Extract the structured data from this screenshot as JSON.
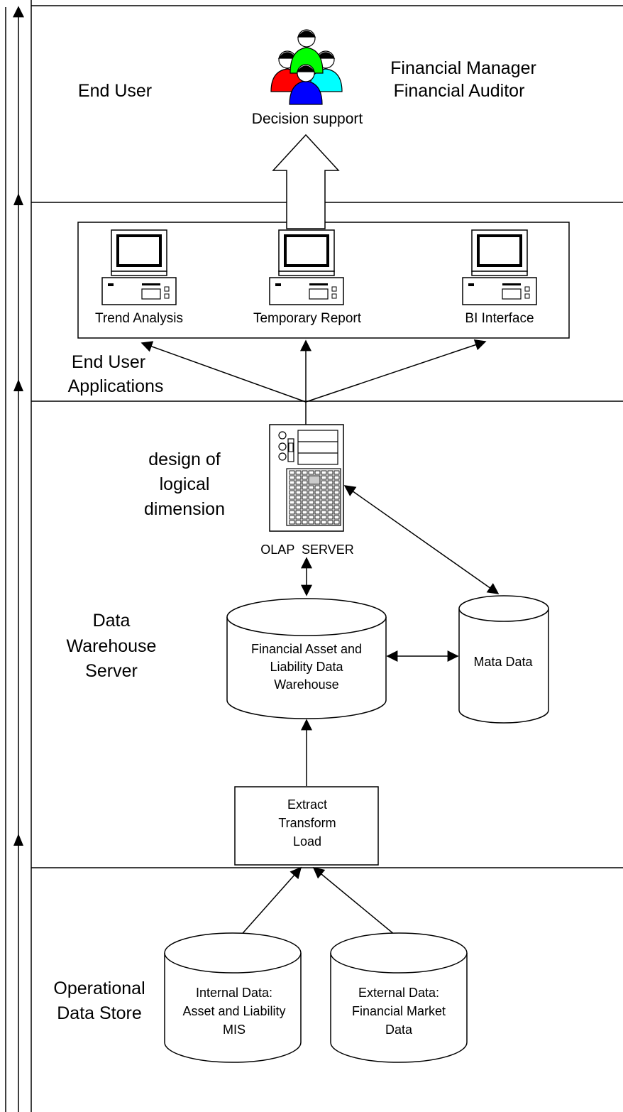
{
  "layers": {
    "end_user": {
      "label": "End User"
    },
    "end_user_apps": {
      "label_line1": "End User",
      "label_line2": "Applications"
    },
    "dw_server": {
      "label_line1": "Data",
      "label_line2": "Warehouse",
      "label_line3": "Server"
    },
    "ods": {
      "label_line1": "Operational",
      "label_line2": "Data Store"
    }
  },
  "users": {
    "role_line1": "Financial Manager",
    "role_line2": "Financial Auditor",
    "caption": "Decision support",
    "person_colors": [
      "#ff0000",
      "#00ff00",
      "#00ffff",
      "#0000ff"
    ]
  },
  "applications": [
    {
      "label": "Trend Analysis"
    },
    {
      "label": "Temporary Report"
    },
    {
      "label": "BI Interface"
    }
  ],
  "olap": {
    "note_line1": "design of",
    "note_line2": "logical",
    "note_line3": "dimension",
    "label": "OLAP  SERVER"
  },
  "warehouse": {
    "line1": "Financial Asset and",
    "line2": "Liability Data",
    "line3": "Warehouse"
  },
  "metadata": {
    "label": "Mata Data"
  },
  "etl": {
    "line1": "Extract",
    "line2": "Transform",
    "line3": "Load"
  },
  "sources": {
    "internal": {
      "line1": "Internal Data:",
      "line2": "Asset and Liability",
      "line3": "MIS"
    },
    "external": {
      "line1": "External Data:",
      "line2": "Financial Market",
      "line3": "Data"
    }
  }
}
